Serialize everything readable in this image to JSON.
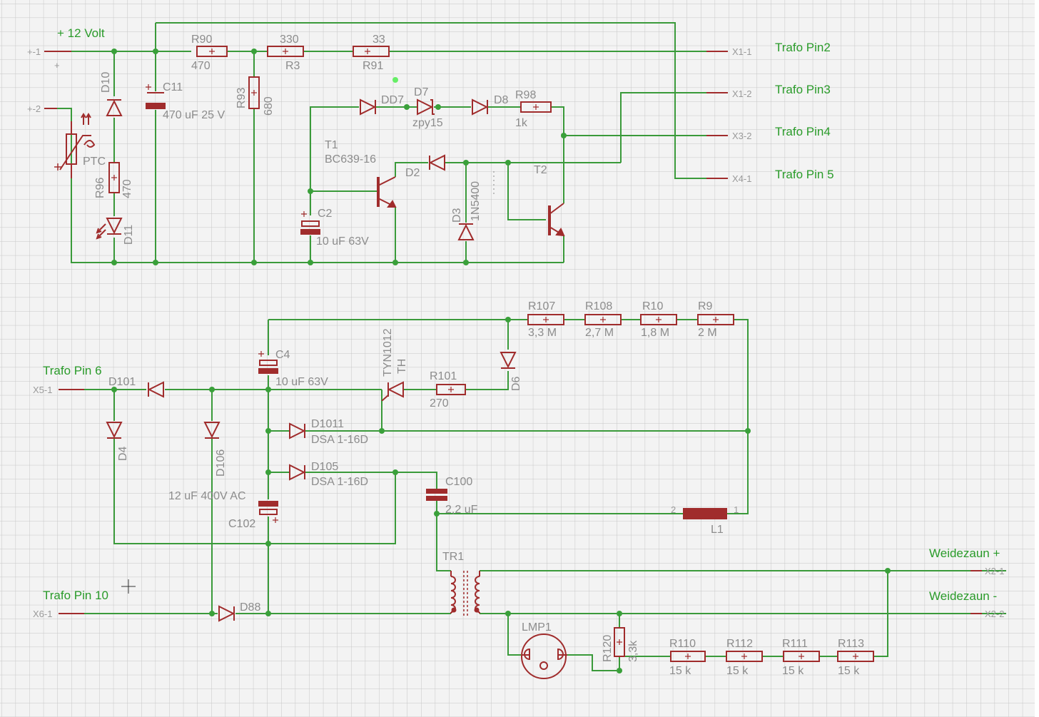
{
  "schematic": {
    "nets": {
      "supply": "+ 12 Volt",
      "trafo_pin2": "Trafo Pin2",
      "trafo_pin3": "Trafo Pin3",
      "trafo_pin4": "Trafo Pin4",
      "trafo_pin5": "Trafo Pin 5",
      "trafo_pin6": "Trafo Pin 6",
      "trafo_pin10": "Trafo Pin 10",
      "fence_plus": "Weidezaun +",
      "fence_minus": "Weidezaun -"
    },
    "pins": {
      "p1": "+-1",
      "p2": "+-2",
      "p_plus": "+",
      "x1_1": "X1-1",
      "x1_2": "X1-2",
      "x3_2": "X3-2",
      "x4_1": "X4-1",
      "x5_1": "X5-1",
      "x6_1": "X6-1",
      "x2_1": "X2-1",
      "x2_2": "X2-2",
      "l1_pin2": "2",
      "l1_pin1": "1"
    },
    "parts": {
      "r90": {
        "name": "R90",
        "value": "470"
      },
      "r3": {
        "name": "R3",
        "value": "330"
      },
      "r91": {
        "name": "R91",
        "value": "33"
      },
      "r93": {
        "name": "R93",
        "value": "680"
      },
      "r96": {
        "name": "R96",
        "value": "470"
      },
      "r98": {
        "name": "R98",
        "value": "1k"
      },
      "c11": {
        "name": "C11",
        "value": "470 uF 25 V"
      },
      "c2": {
        "name": "C2",
        "value": "10 uF 63V"
      },
      "d10": {
        "name": "D10"
      },
      "d11": {
        "name": "D11"
      },
      "ptc": {
        "name": "PTC"
      },
      "dd7": {
        "name": "DD7"
      },
      "d7": {
        "name": "D7",
        "value": "zpy15"
      },
      "d8": {
        "name": "D8"
      },
      "t1": {
        "name": "T1",
        "value": "BC639-16"
      },
      "d2": {
        "name": "D2"
      },
      "d3": {
        "name": "D3",
        "value": "1N5400"
      },
      "t2": {
        "name": "T2"
      },
      "r107": {
        "name": "R107",
        "value": "3,3 M"
      },
      "r108": {
        "name": "R108",
        "value": "2,7 M"
      },
      "r10": {
        "name": "R10",
        "value": "1,8 M"
      },
      "r9": {
        "name": "R9",
        "value": "2 M"
      },
      "c4": {
        "name": "C4",
        "value": "10 uF 63V"
      },
      "th": {
        "name": "TH",
        "value": "TYN1012"
      },
      "r101": {
        "name": "R101",
        "value": "270"
      },
      "d6": {
        "name": "D6"
      },
      "d101": {
        "name": "D101"
      },
      "d4": {
        "name": "D4"
      },
      "d106": {
        "name": "D106"
      },
      "d1011": {
        "name": "D1011",
        "value": "DSA 1-16D"
      },
      "d105": {
        "name": "D105",
        "value": "DSA 1-16D"
      },
      "c100": {
        "name": "C100",
        "value": "2,2 uF"
      },
      "c102": {
        "name": "C102",
        "value": "12 uF 400V AC"
      },
      "l1": {
        "name": "L1"
      },
      "tr1": {
        "name": "TR1"
      },
      "d88": {
        "name": "D88"
      },
      "lmp1": {
        "name": "LMP1"
      },
      "r120": {
        "name": "R120",
        "value": "3,3k"
      },
      "r110": {
        "name": "R110",
        "value": "15 k"
      },
      "r112": {
        "name": "R112",
        "value": "15 k"
      },
      "r111": {
        "name": "R111",
        "value": "15 k"
      },
      "r113": {
        "name": "R113",
        "value": "15 k"
      }
    }
  },
  "colors": {
    "canvas": "#f3f3f3",
    "grid": "#c6c6c6",
    "wire": "#3a9a3a",
    "part": "#a02c2c",
    "part_label": "#8c8c8c",
    "net_label": "#2a9b2a",
    "junction": "#3aa03a",
    "marker": "#66ee66"
  }
}
